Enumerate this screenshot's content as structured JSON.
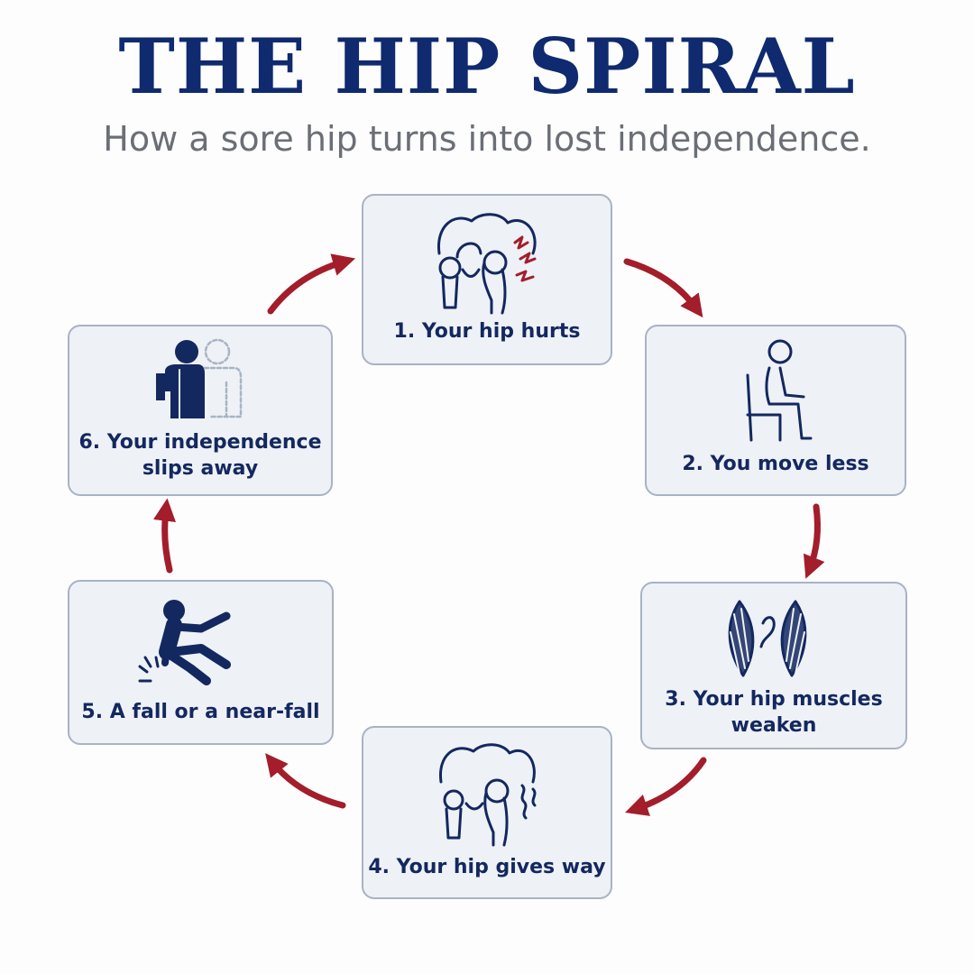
{
  "header": {
    "title": "THE HIP SPIRAL",
    "subtitle": "How a sore hip turns into lost independence."
  },
  "steps": [
    {
      "lines": [
        "1. Your hip hurts"
      ],
      "icon": "painful-hip-joint-icon"
    },
    {
      "lines": [
        "2. You move less"
      ],
      "icon": "seated-person-icon"
    },
    {
      "lines": [
        "3. Your hip muscles",
        "weaken"
      ],
      "icon": "weak-muscles-icon"
    },
    {
      "lines": [
        "4. Your hip gives way"
      ],
      "icon": "unstable-hip-joint-icon"
    },
    {
      "lines": [
        "5. A fall or a near-fall"
      ],
      "icon": "falling-person-icon"
    },
    {
      "lines": [
        "6. Your independence",
        "slips away"
      ],
      "icon": "fading-person-icon"
    }
  ],
  "colors": {
    "title": "#0f2a6e",
    "subtitle": "#6b6f75",
    "card_background": "#eef1f6",
    "card_border": "#a9b3c3",
    "icon": "#13285f",
    "arrow": "#a31d2a"
  }
}
